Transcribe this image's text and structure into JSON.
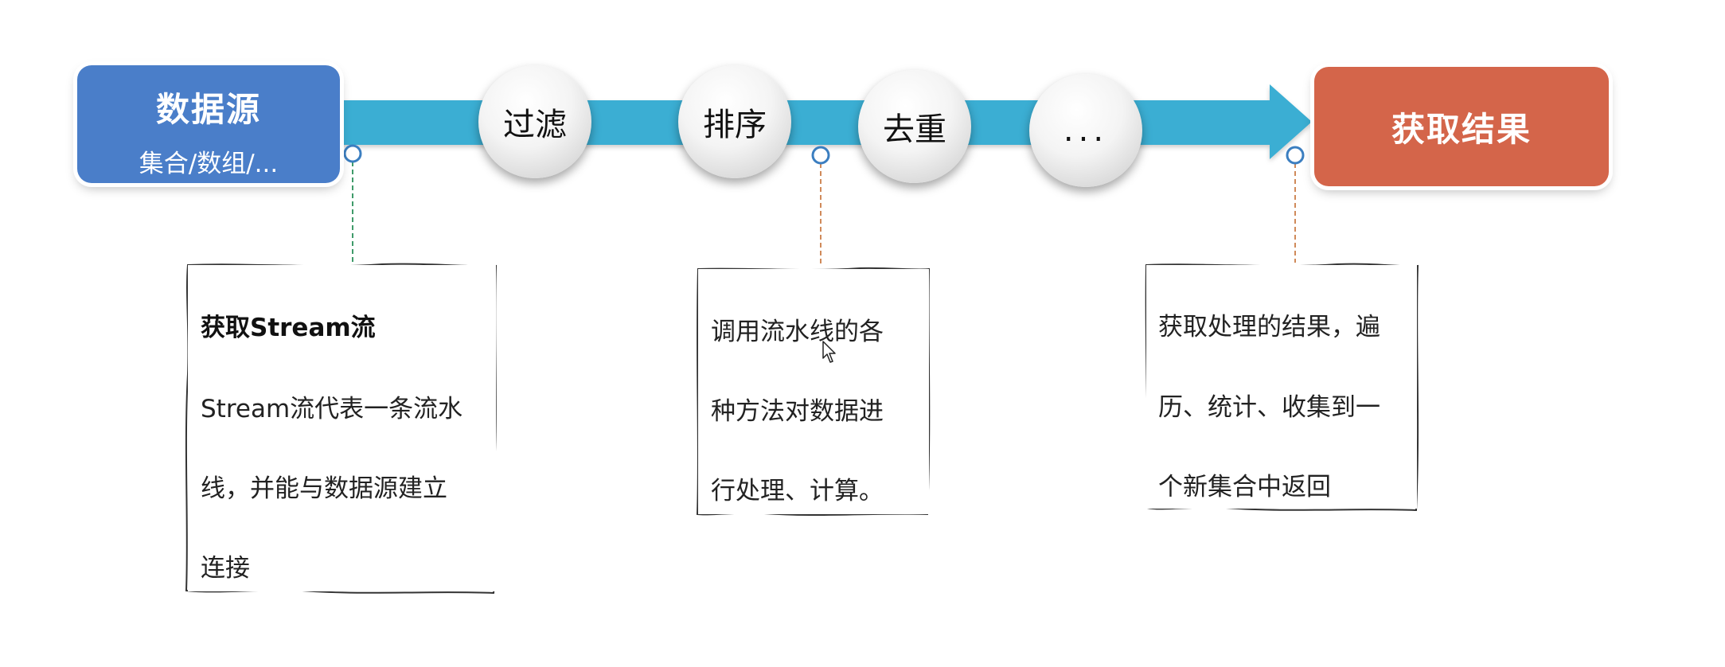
{
  "source": {
    "title": "数据源",
    "subtitle": "集合/数组/..."
  },
  "steps": [
    "过滤",
    "排序",
    "去重",
    "..."
  ],
  "result": {
    "title": "获取结果"
  },
  "notes": [
    {
      "heading": "获取Stream流",
      "lines": [
        "Stream流代表一条流水",
        "线，并能与数据源建立",
        "连接"
      ]
    },
    {
      "heading": "",
      "lines": [
        "调用流水线的各",
        "种方法对数据进",
        "行处理、计算。"
      ]
    },
    {
      "heading": "",
      "lines": [
        "获取处理的结果，遍",
        "历、统计、收集到一",
        "个新集合中返回"
      ]
    }
  ],
  "colors": {
    "source": "#4a7ec9",
    "arrow": "#3aaed3",
    "result": "#d4654a",
    "connector_green": "#3f9b6a",
    "connector_orange": "#d08a5a",
    "connector_node": "#3b7ec0"
  }
}
